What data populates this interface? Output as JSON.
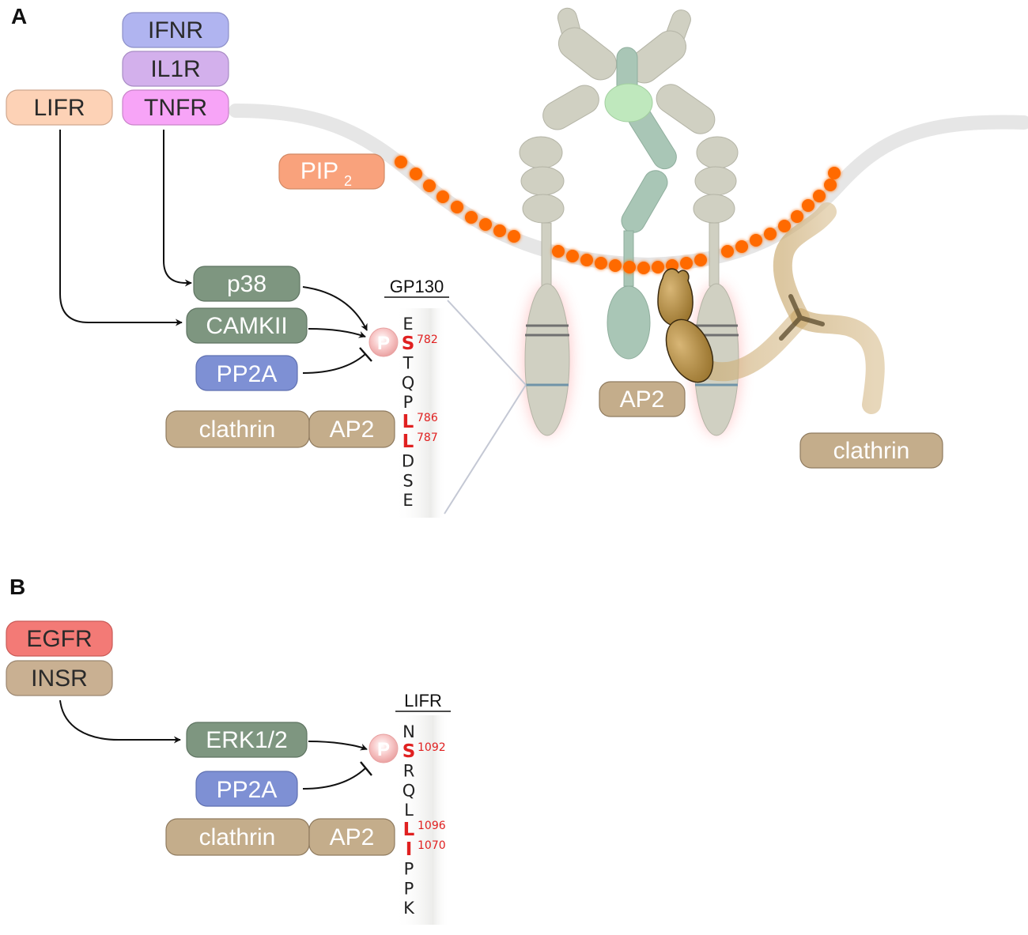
{
  "panels": [
    {
      "id": "A",
      "letter": "A"
    },
    {
      "id": "B",
      "letter": "B"
    }
  ],
  "panelA": {
    "receptors": {
      "ifnr": "IFNR",
      "il1r": "IL1R",
      "tnfr": "TNFR",
      "lifr": "LIFR"
    },
    "pip2": {
      "base": "PIP",
      "sub": "2"
    },
    "kinases": {
      "p38": "p38",
      "camkii": "CAMKII",
      "pp2a": "PP2A"
    },
    "complex": {
      "clathrin": "clathrin",
      "ap2": "AP2"
    },
    "phospho": "P",
    "sequence_title": "GP130",
    "sequence": [
      {
        "aa": "E",
        "num": "",
        "mark": false
      },
      {
        "aa": "S",
        "num": "782",
        "mark": true
      },
      {
        "aa": "T",
        "num": "",
        "mark": false
      },
      {
        "aa": "Q",
        "num": "",
        "mark": false
      },
      {
        "aa": "P",
        "num": "",
        "mark": false
      },
      {
        "aa": "L",
        "num": "786",
        "mark": true
      },
      {
        "aa": "L",
        "num": "787",
        "mark": true
      },
      {
        "aa": "D",
        "num": "",
        "mark": false
      },
      {
        "aa": "S",
        "num": "",
        "mark": false
      },
      {
        "aa": "E",
        "num": "",
        "mark": false
      }
    ],
    "membrane_labels": {
      "ap2": "AP2",
      "clathrin": "clathrin"
    }
  },
  "panelB": {
    "receptors": {
      "egfr": "EGFR",
      "insr": "INSR"
    },
    "kinases": {
      "erk": "ERK1/2",
      "pp2a": "PP2A"
    },
    "complex": {
      "clathrin": "clathrin",
      "ap2": "AP2"
    },
    "phospho": "P",
    "sequence_title": "LIFR",
    "sequence": [
      {
        "aa": "N",
        "num": "",
        "mark": false
      },
      {
        "aa": "S",
        "num": "1092",
        "mark": true
      },
      {
        "aa": "R",
        "num": "",
        "mark": false
      },
      {
        "aa": "Q",
        "num": "",
        "mark": false
      },
      {
        "aa": "L",
        "num": "",
        "mark": false
      },
      {
        "aa": "L",
        "num": "1096",
        "mark": true
      },
      {
        "aa": "I",
        "num": "1070",
        "mark": true
      },
      {
        "aa": "P",
        "num": "",
        "mark": false
      },
      {
        "aa": "P",
        "num": "",
        "mark": false
      },
      {
        "aa": "K",
        "num": "",
        "mark": false
      }
    ]
  },
  "colors": {
    "ifnr": "#b0b4f0",
    "il1r": "#d3b0ec",
    "tnfr": "#f7a4f7",
    "lifr": "#fdd2b6",
    "pip2": "#f9a27c",
    "green_kinase": "#7e9680",
    "pp2a": "#7e90d4",
    "tan": "#c4ad8b",
    "egfr": "#f37a76",
    "insr": "#c9b092",
    "residue_highlight": "#e02020",
    "dots": "#ff6a00",
    "membrane": "#e6e6e6"
  }
}
